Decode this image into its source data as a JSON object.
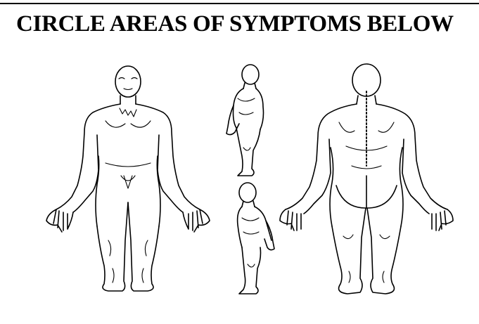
{
  "form": {
    "title": "CIRCLE AREAS OF SYMPTOMS BELOW"
  },
  "diagram": {
    "views": [
      "front",
      "side-left",
      "side-right",
      "back"
    ]
  },
  "colors": {
    "ink": "#000000",
    "paper": "#ffffff"
  }
}
